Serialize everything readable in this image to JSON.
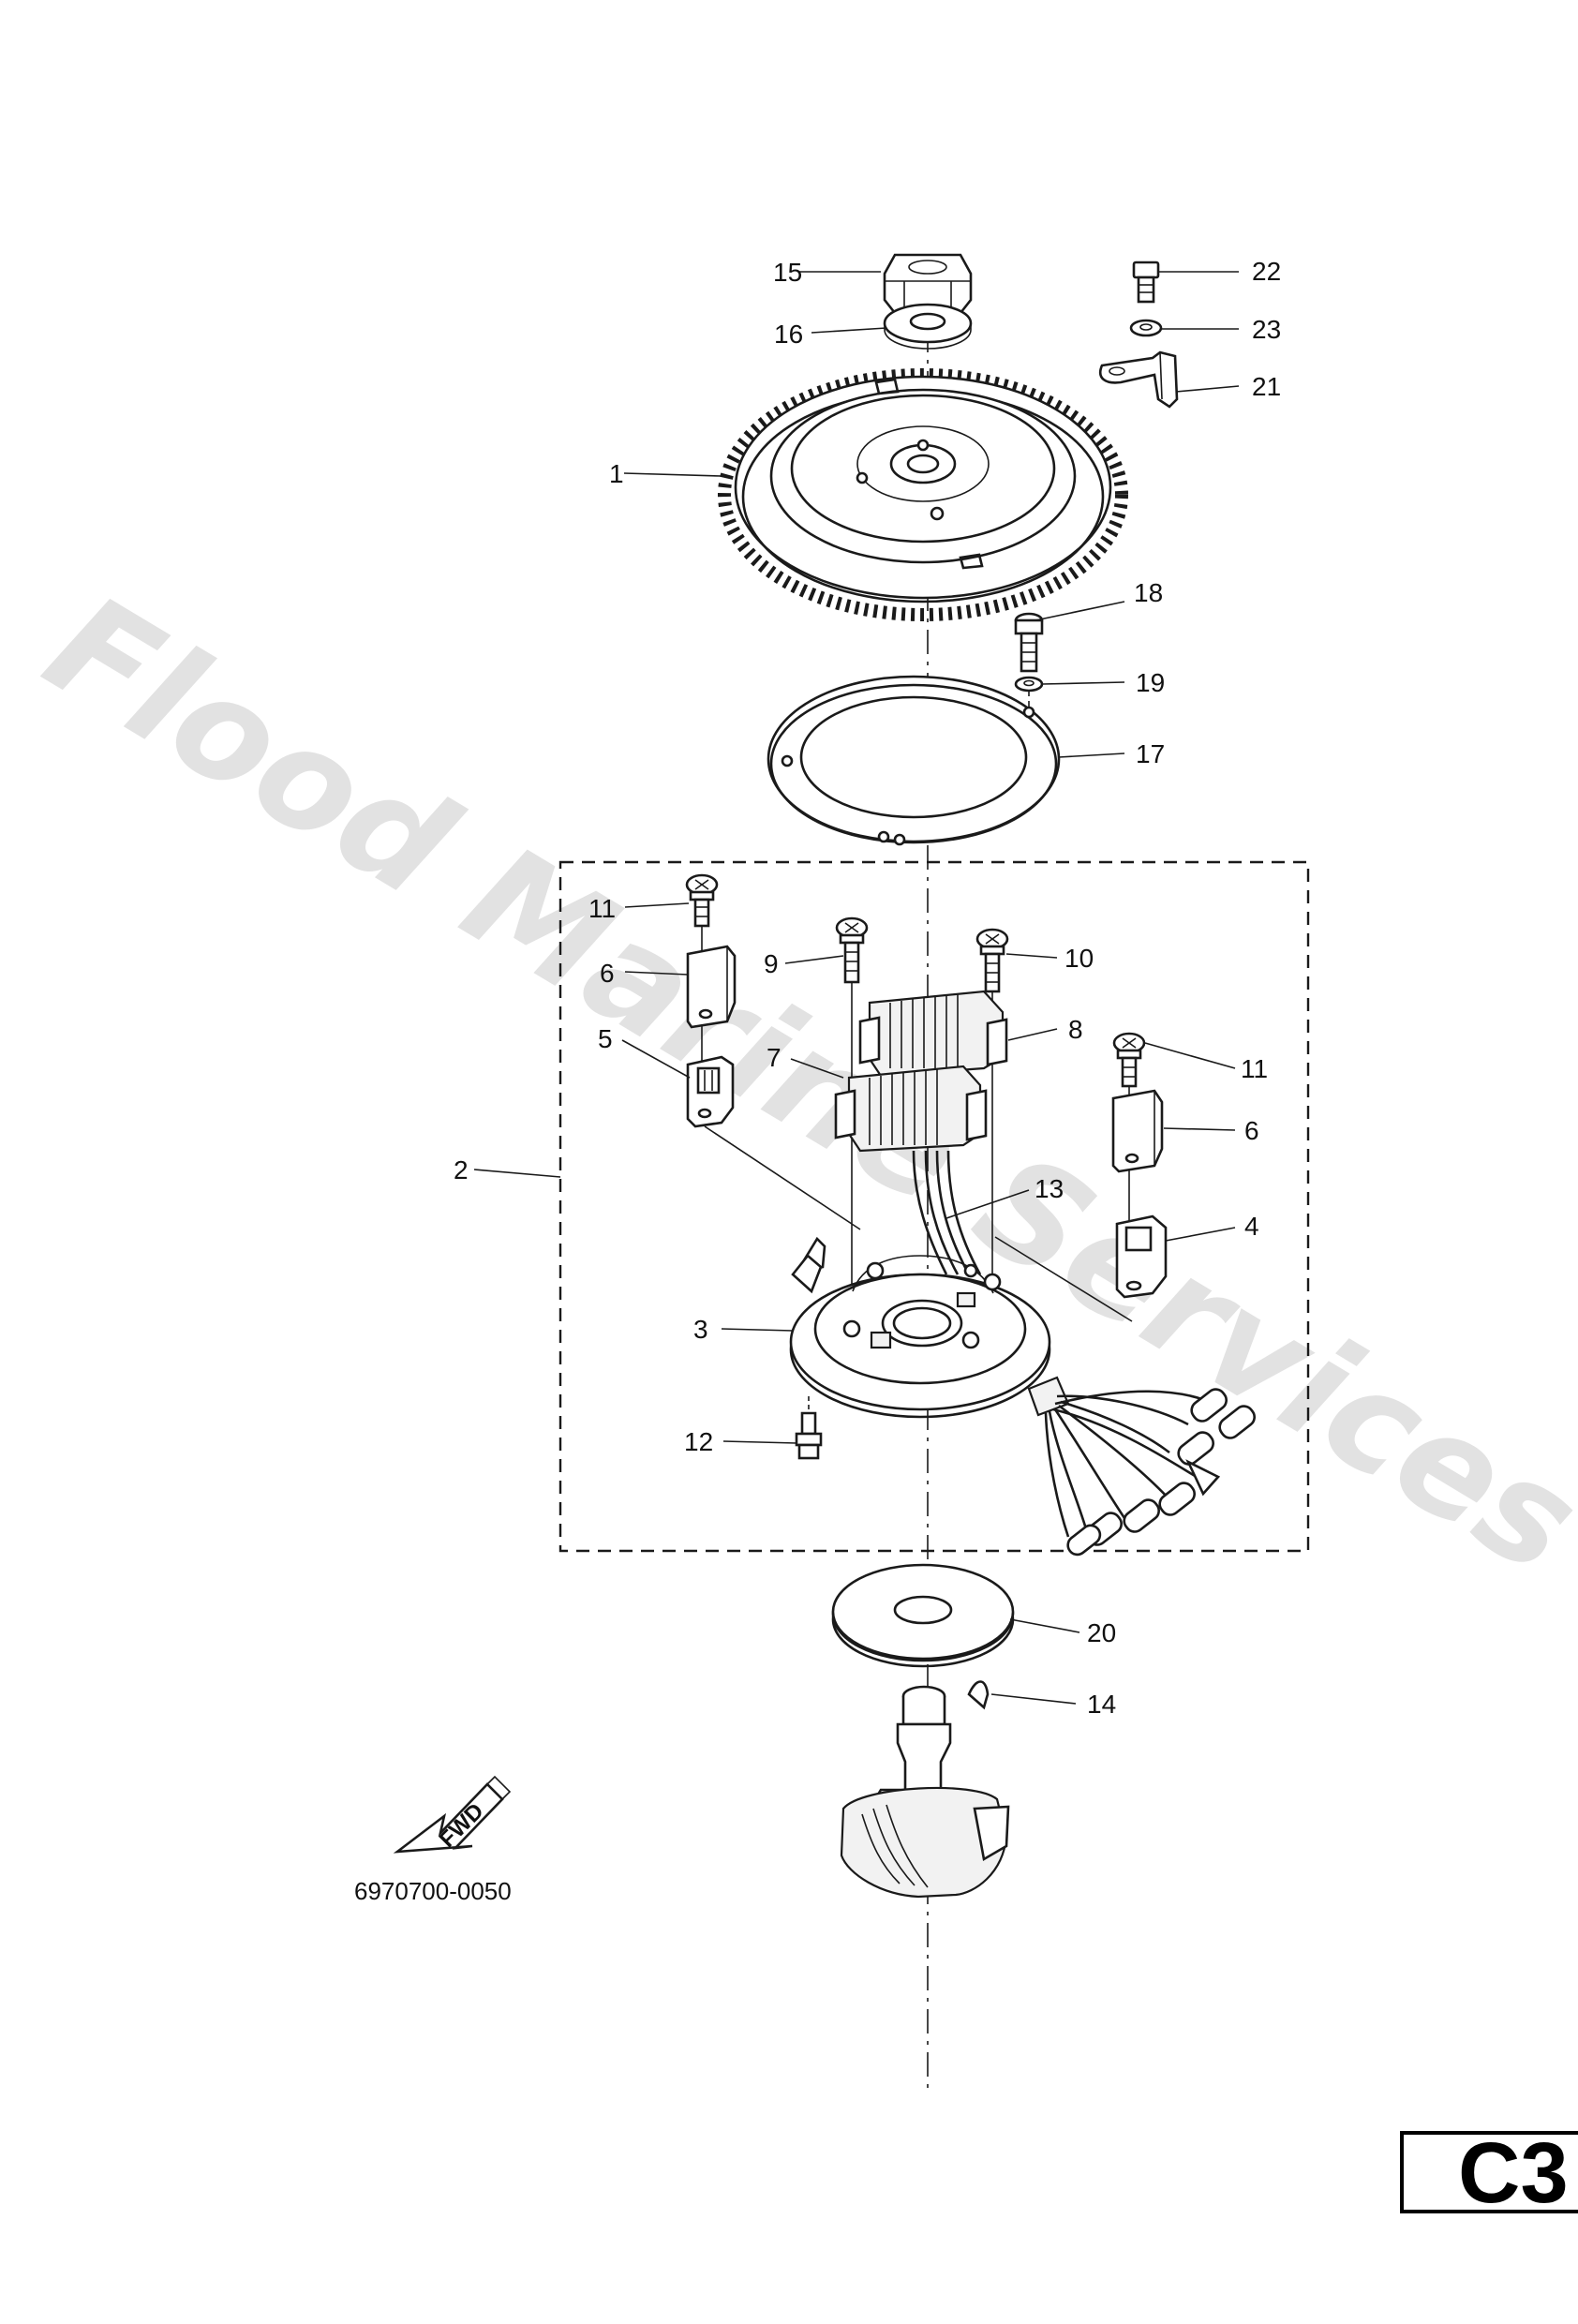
{
  "watermark": "Flood Marine Services",
  "diagram_code": "6970700-0050",
  "fwd_label": "FWD",
  "section_tag": "C3",
  "callouts": {
    "c1": "1",
    "c2": "2",
    "c3": "3",
    "c4": "4",
    "c5": "5",
    "c6a": "6",
    "c6b": "6",
    "c7": "7",
    "c8": "8",
    "c9": "9",
    "c10": "10",
    "c11a": "11",
    "c11b": "11",
    "c12": "12",
    "c13": "13",
    "c14": "14",
    "c15": "15",
    "c16": "16",
    "c17": "17",
    "c18": "18",
    "c19": "19",
    "c20": "20",
    "c21": "21",
    "c22": "22",
    "c23": "23"
  }
}
